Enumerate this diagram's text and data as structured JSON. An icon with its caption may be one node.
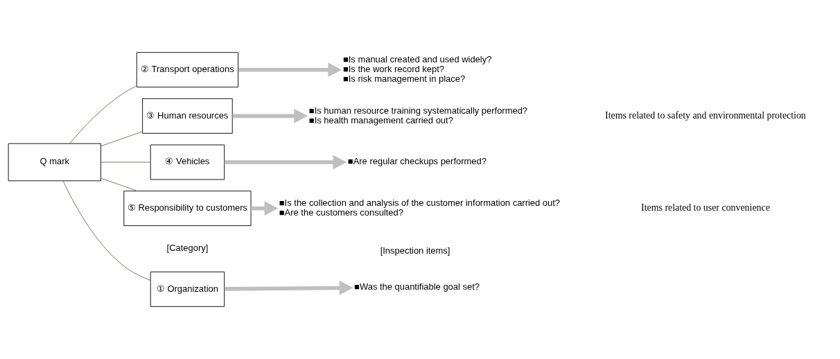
{
  "diagram": {
    "nodes": [
      {
        "text": [
          "Q mark"
        ]
      },
      {
        "text": [
          "① Organization"
        ]
      },
      {
        "text": [
          "② Transport operations"
        ]
      },
      {
        "text": [
          "③ Human resources"
        ]
      },
      {
        "text": [
          "④ Vehicles"
        ]
      },
      {
        "text": [
          "⑤ Responsibility to customers"
        ]
      },
      {
        "text": [
          "■Was the quantifiable goal set?"
        ]
      },
      {
        "text": [
          "■Is manual created and used widely?",
          "■Is the work record kept?",
          "■Is risk management in place?"
        ]
      },
      {
        "text": [
          "■Is human resource training systematically performed?",
          "■Is health management carried out?"
        ]
      },
      {
        "text": [
          "■Are regular checkups performed?"
        ]
      },
      {
        "text": [
          "■Is the collection and analysis of the customer information carried out?",
          "■Are the customers consulted?"
        ]
      }
    ],
    "edges": [
      {
        "from": 0,
        "to": 1,
        "arrow": "none"
      },
      {
        "from": 0,
        "to": 2,
        "arrow": "none"
      },
      {
        "from": 0,
        "to": 3,
        "arrow": "none"
      },
      {
        "from": 0,
        "to": 4,
        "arrow": "none"
      },
      {
        "from": 0,
        "to": 5,
        "arrow": "none"
      },
      {
        "from": 1,
        "to": 6,
        "arrow": "to",
        "style": "thick",
        "color": "#bfbfbf"
      },
      {
        "from": 2,
        "to": 7,
        "arrow": "to",
        "style": "thick",
        "color": "#bfbfbf"
      },
      {
        "from": 3,
        "to": 8,
        "arrow": "to",
        "style": "thick",
        "color": "#bfbfbf"
      },
      {
        "from": 4,
        "to": 9,
        "arrow": "to",
        "style": "thick",
        "color": "#bfbfbf"
      },
      {
        "from": 5,
        "to": 10,
        "arrow": "to",
        "style": "thick",
        "color": "#bfbfbf"
      }
    ],
    "labels": [
      "[Category]",
      "[Inspection items]",
      "Items related to safety and environmental protection",
      "Items related to user convenience"
    ]
  }
}
